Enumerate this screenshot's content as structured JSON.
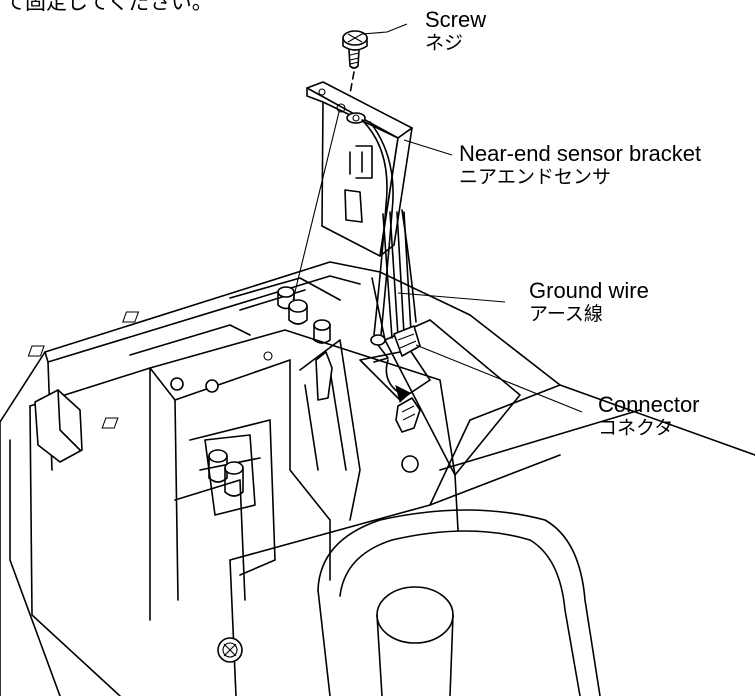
{
  "header_text": "て固定してください。",
  "labels": {
    "screw": {
      "en": "Screw",
      "ja": "ネジ"
    },
    "bracket": {
      "en": "Near-end sensor bracket",
      "ja": "ニアエンドセンサ"
    },
    "ground": {
      "en": "Ground wire",
      "ja": "アース線"
    },
    "connector": {
      "en": "Connector",
      "ja": "コネクタ"
    }
  },
  "colors": {
    "line": "#000000",
    "background": "#ffffff"
  }
}
